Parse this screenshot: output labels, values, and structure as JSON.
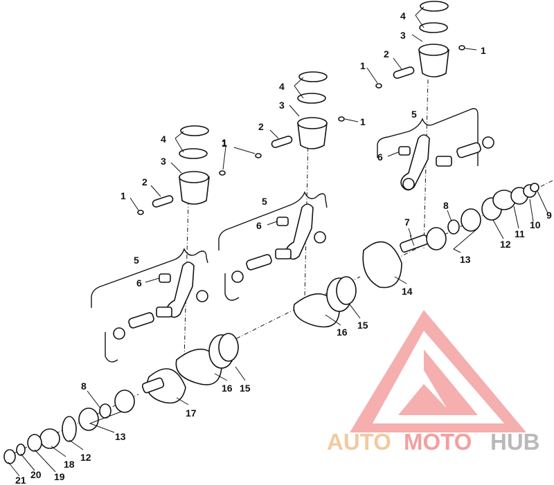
{
  "diagram": {
    "callouts": [
      {
        "id": "top-4",
        "text": "4"
      },
      {
        "id": "top-3",
        "text": "3"
      },
      {
        "id": "top-2",
        "text": "2"
      },
      {
        "id": "top-1a",
        "text": "1"
      },
      {
        "id": "top-1b",
        "text": "1"
      },
      {
        "id": "top-5",
        "text": "5"
      },
      {
        "id": "top-6",
        "text": "6"
      },
      {
        "id": "top-8",
        "text": "8"
      },
      {
        "id": "top-7",
        "text": "7"
      },
      {
        "id": "top-9",
        "text": "9"
      },
      {
        "id": "top-10",
        "text": "10"
      },
      {
        "id": "top-11",
        "text": "11"
      },
      {
        "id": "top-12",
        "text": "12"
      },
      {
        "id": "top-13",
        "text": "13"
      },
      {
        "id": "top-14",
        "text": "14"
      },
      {
        "id": "mid-4",
        "text": "4"
      },
      {
        "id": "mid-3",
        "text": "3"
      },
      {
        "id": "mid-2",
        "text": "2"
      },
      {
        "id": "mid-1a",
        "text": "1"
      },
      {
        "id": "mid-1b",
        "text": "1"
      },
      {
        "id": "mid-5",
        "text": "5"
      },
      {
        "id": "mid-6",
        "text": "6"
      },
      {
        "id": "mid-16",
        "text": "16"
      },
      {
        "id": "mid-15",
        "text": "15"
      },
      {
        "id": "left-4",
        "text": "4"
      },
      {
        "id": "left-3",
        "text": "3"
      },
      {
        "id": "left-2",
        "text": "2"
      },
      {
        "id": "left-1a",
        "text": "1"
      },
      {
        "id": "left-1b",
        "text": "1"
      },
      {
        "id": "left-5",
        "text": "5"
      },
      {
        "id": "left-6",
        "text": "6"
      },
      {
        "id": "left-16",
        "text": "16"
      },
      {
        "id": "left-15",
        "text": "15"
      },
      {
        "id": "bot-17",
        "text": "17"
      },
      {
        "id": "bot-8",
        "text": "8"
      },
      {
        "id": "bot-13",
        "text": "13"
      },
      {
        "id": "bot-12",
        "text": "12"
      },
      {
        "id": "bot-18",
        "text": "18"
      },
      {
        "id": "bot-19",
        "text": "19"
      },
      {
        "id": "bot-20",
        "text": "20"
      },
      {
        "id": "bot-21",
        "text": "21"
      }
    ]
  },
  "watermark": {
    "part1": "AUTO",
    "part2": "MOTO",
    "part3": "HUB",
    "colors": {
      "auto": "#f2c9a0",
      "moto": "#f3a09f",
      "hub": "#b9b9b9",
      "triangle": "#f08080"
    }
  }
}
